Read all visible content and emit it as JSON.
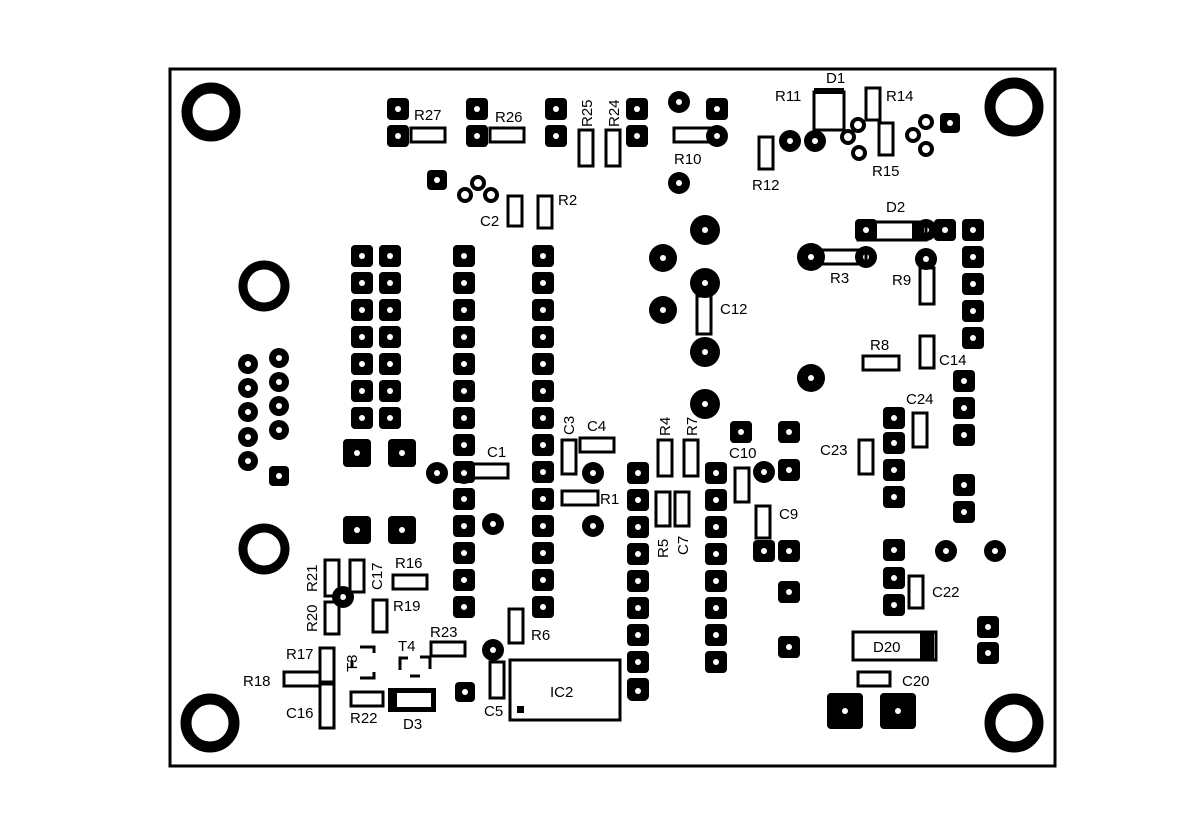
{
  "colors": {
    "copper": "#000000",
    "background": "#ffffff"
  },
  "labels": {
    "R27": "R27",
    "R26": "R26",
    "R25": "R25",
    "R24": "R24",
    "R10": "R10",
    "R11": "R11",
    "D1": "D1",
    "R14": "R14",
    "R12": "R12",
    "R15": "R15",
    "R2": "R2",
    "C2": "C2",
    "D2": "D2",
    "R3": "R3",
    "R9": "R9",
    "C12": "C12",
    "R8": "R8",
    "C14": "C14",
    "C24": "C24",
    "C23": "C23",
    "C3": "C3",
    "C4": "C4",
    "R4": "R4",
    "R7": "R7",
    "C10": "C10",
    "C1": "C1",
    "R1": "R1",
    "C9": "C9",
    "R5": "R5",
    "C7": "C7",
    "R21": "R21",
    "C17": "C17",
    "R16": "R16",
    "R20": "R20",
    "R19": "R19",
    "R23": "R23",
    "R6": "R6",
    "T4": "T4",
    "T3": "T3",
    "R17": "R17",
    "R18": "R18",
    "C16": "C16",
    "R22": "R22",
    "D3": "D3",
    "C5": "C5",
    "IC2": "IC2",
    "C22": "C22",
    "D20": "D20",
    "C20": "C20"
  }
}
